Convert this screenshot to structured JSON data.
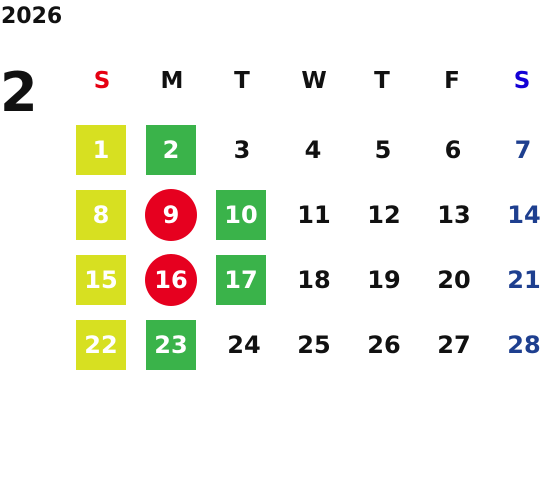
{
  "year": "2026",
  "month": "2",
  "weekdays": [
    "S",
    "M",
    "T",
    "W",
    "T",
    "F",
    "S"
  ],
  "colors": {
    "sunday_header": "#e60012",
    "saturday_header": "#1400d6",
    "weekend_day_text": "#1e3f8f",
    "lime_highlight": "#d7e021",
    "green_highlight": "#3ab34a",
    "red_highlight": "#e6001f"
  },
  "weeks": [
    [
      "1",
      "2",
      "3",
      "4",
      "5",
      "6",
      "7"
    ],
    [
      "8",
      "9",
      "10",
      "11",
      "12",
      "13",
      "14"
    ],
    [
      "15",
      "16",
      "17",
      "18",
      "19",
      "20",
      "21"
    ],
    [
      "22",
      "23",
      "24",
      "25",
      "26",
      "27",
      "28"
    ]
  ]
}
